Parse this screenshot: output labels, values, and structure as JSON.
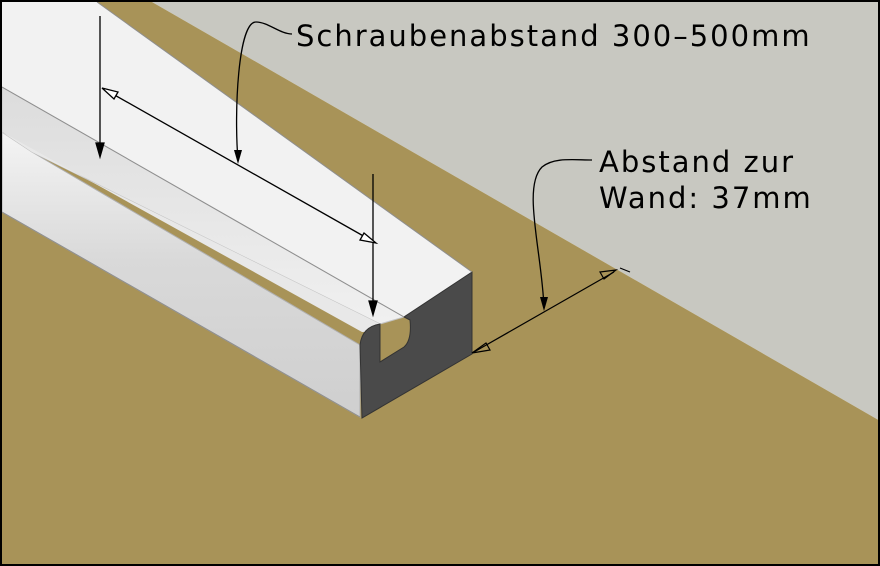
{
  "annotations": {
    "screw_spacing": "Schraubenabstand 300–500mm",
    "wall_distance_line1": "Abstand zur",
    "wall_distance_line2": "Wand: 37mm"
  },
  "colors": {
    "wall": "#c8c8c1",
    "floor": "#a89358",
    "profile_top": "#f2f2f2",
    "profile_side": "#d8d8d8",
    "profile_end": "#4a4a4a",
    "line": "#000000"
  }
}
